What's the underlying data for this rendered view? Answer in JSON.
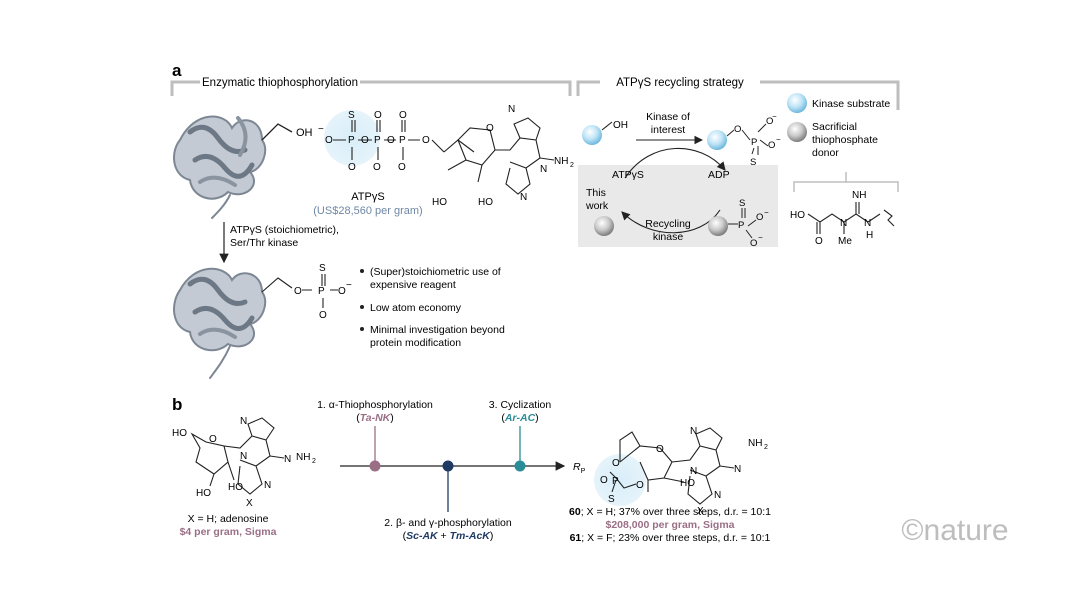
{
  "panel_a": {
    "label": "a",
    "left_title": "Enzymatic thiophosphorylation",
    "right_title": "ATPγS recycling strategy",
    "hydroxyl": "OH",
    "atp_name": "ATPγS",
    "atp_price": "(US$28,560 per gram)",
    "arrow_label_1": "ATPγS (stoichiometric),",
    "arrow_label_2": "Ser/Thr kinase",
    "bullets": [
      "(Super)stoichiometric use of",
      "expensive reagent",
      "Low atom economy",
      "Minimal investigation beyond",
      "protein modification"
    ],
    "kinase_interest_1": "Kinase of",
    "kinase_interest_2": "interest",
    "cycle_left": "ATPγS",
    "cycle_right": "ADP",
    "this_work_1": "This",
    "this_work_2": "work",
    "recycling_1": "Recycling",
    "recycling_2": "kinase",
    "legend_substrate": "Kinase substrate",
    "legend_donor_1": "Sacrificial",
    "legend_donor_2": "thiophosphate",
    "legend_donor_3": "donor",
    "atoms": {
      "S": "S",
      "O": "O",
      "P": "P",
      "minus": "−",
      "N": "N",
      "NH2": "NH",
      "two": "2",
      "HO": "HO",
      "NH": "NH",
      "H": "H",
      "Me": "Me"
    }
  },
  "panel_b": {
    "label": "b",
    "step1_a": "1. α-Thiophosphorylation",
    "step1_b_pre": "(",
    "step1_enzyme": "Ta-NK",
    "step1_b_post": ")",
    "step2_a": "2. β- and γ-phosphorylation",
    "step2_enzyme1": "Sc-AK",
    "step2_plus": " + ",
    "step2_enzyme2": "Tm-AcK",
    "step3_a": "3. Cyclization",
    "step3_enzyme": "Ar-AC",
    "rp": "R",
    "rp_sub": "P",
    "sm_line1": "X = H; adenosine",
    "sm_line2": "$4 per gram, Sigma",
    "p60_num": "60",
    "p60_text": "; X = H; 37% over three steps, d.r. = 10:1",
    "p60_price": "$208,000 per gram, Sigma",
    "p61_num": "61",
    "p61_text": "; X = F; 23% over three steps, d.r. = 10:1",
    "X": "X"
  },
  "watermark": "©nature",
  "colors": {
    "mauve": "#9a6f86",
    "navy": "#1f3b63",
    "teal": "#2a8c96",
    "blue_price": "#6f87a6",
    "grey_box": "#e9e9e9",
    "bracket": "#bdbdbd",
    "protein": "#8e98a6"
  }
}
